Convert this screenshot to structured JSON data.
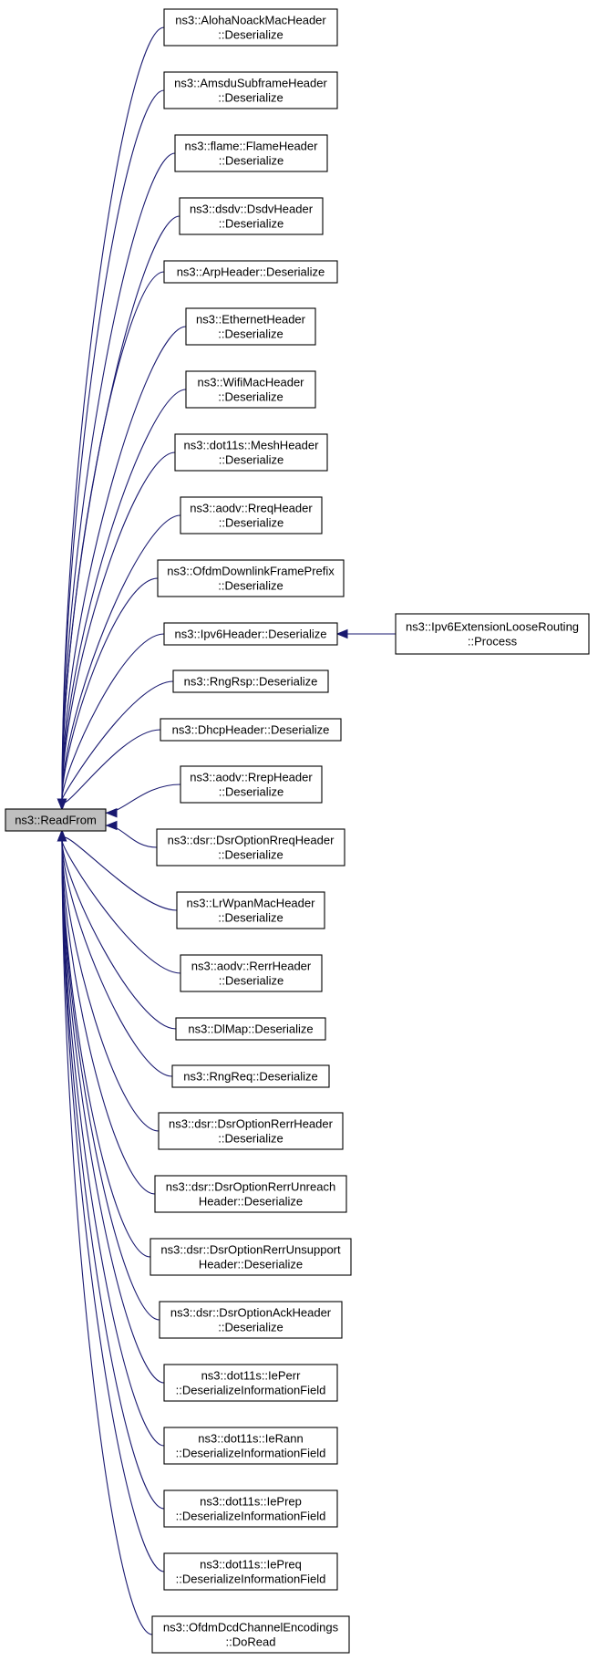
{
  "root": {
    "label": "ns3::ReadFrom"
  },
  "callers": [
    {
      "lines": [
        "ns3::AlohaNoackMacHeader",
        "::Deserialize"
      ]
    },
    {
      "lines": [
        "ns3::AmsduSubframeHeader",
        "::Deserialize"
      ]
    },
    {
      "lines": [
        "ns3::flame::FlameHeader",
        "::Deserialize"
      ]
    },
    {
      "lines": [
        "ns3::dsdv::DsdvHeader",
        "::Deserialize"
      ]
    },
    {
      "lines": [
        "ns3::ArpHeader::Deserialize"
      ]
    },
    {
      "lines": [
        "ns3::EthernetHeader",
        "::Deserialize"
      ]
    },
    {
      "lines": [
        "ns3::WifiMacHeader",
        "::Deserialize"
      ]
    },
    {
      "lines": [
        "ns3::dot11s::MeshHeader",
        "::Deserialize"
      ]
    },
    {
      "lines": [
        "ns3::aodv::RreqHeader",
        "::Deserialize"
      ]
    },
    {
      "lines": [
        "ns3::OfdmDownlinkFramePrefix",
        "::Deserialize"
      ]
    },
    {
      "lines": [
        "ns3::Ipv6Header::Deserialize"
      ]
    },
    {
      "lines": [
        "ns3::RngRsp::Deserialize"
      ]
    },
    {
      "lines": [
        "ns3::DhcpHeader::Deserialize"
      ]
    },
    {
      "lines": [
        "ns3::aodv::RrepHeader",
        "::Deserialize"
      ]
    },
    {
      "lines": [
        "ns3::dsr::DsrOptionRreqHeader",
        "::Deserialize"
      ]
    },
    {
      "lines": [
        "ns3::LrWpanMacHeader",
        "::Deserialize"
      ]
    },
    {
      "lines": [
        "ns3::aodv::RerrHeader",
        "::Deserialize"
      ]
    },
    {
      "lines": [
        "ns3::DlMap::Deserialize"
      ]
    },
    {
      "lines": [
        "ns3::RngReq::Deserialize"
      ]
    },
    {
      "lines": [
        "ns3::dsr::DsrOptionRerrHeader",
        "::Deserialize"
      ]
    },
    {
      "lines": [
        "ns3::dsr::DsrOptionRerrUnreach",
        "Header::Deserialize"
      ]
    },
    {
      "lines": [
        "ns3::dsr::DsrOptionRerrUnsupport",
        "Header::Deserialize"
      ]
    },
    {
      "lines": [
        "ns3::dsr::DsrOptionAckHeader",
        "::Deserialize"
      ]
    },
    {
      "lines": [
        "ns3::dot11s::IePerr",
        "::DeserializeInformationField"
      ]
    },
    {
      "lines": [
        "ns3::dot11s::IeRann",
        "::DeserializeInformationField"
      ]
    },
    {
      "lines": [
        "ns3::dot11s::IePrep",
        "::DeserializeInformationField"
      ]
    },
    {
      "lines": [
        "ns3::dot11s::IePreq",
        "::DeserializeInformationField"
      ]
    },
    {
      "lines": [
        "ns3::OfdmDcdChannelEncodings",
        "::DoRead"
      ]
    }
  ],
  "secondary": {
    "lines": [
      "ns3::Ipv6ExtensionLooseRouting",
      "::Process"
    ],
    "calls": 10
  },
  "colors": {
    "edge": "#191970",
    "root_fill": "#bfbfbf",
    "node_fill": "#ffffff"
  }
}
